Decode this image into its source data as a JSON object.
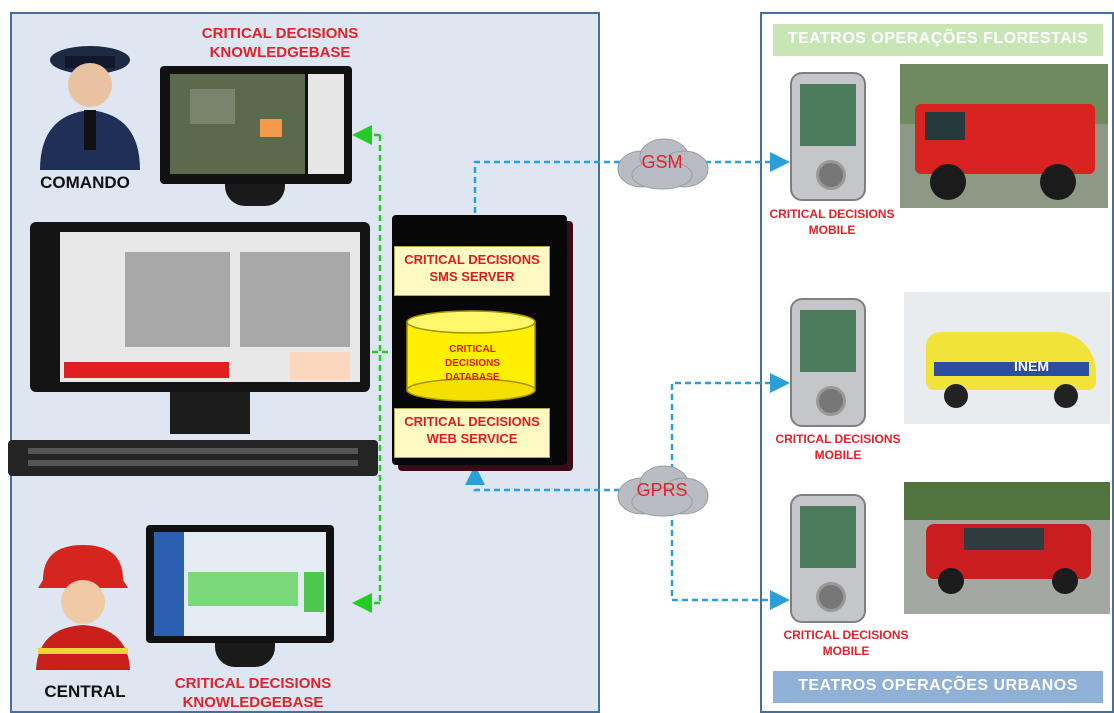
{
  "left_panel": {
    "kb_top_label": "CRITICAL DECISIONS KNOWLEDGEBASE",
    "kb_bottom_label": "CRITICAL DECISIONS KNOWLEDGEBASE",
    "comando_label": "COMANDO",
    "central_label": "CENTRAL"
  },
  "server": {
    "sms_label": "CRITICAL DECISIONS SMS SERVER",
    "db_label": "CRITICAL DECISIONS DATABASE",
    "web_label": "CRITICAL DECISIONS WEB SERVICE"
  },
  "network": {
    "gsm_label": "GSM",
    "gprs_label": "GPRS"
  },
  "right_panel": {
    "top_band": "TEATROS OPERAÇÕES FLORESTAIS",
    "bottom_band": "TEATROS OPERAÇÕES URBANOS",
    "mobile_labels": [
      "CRITICAL DECISIONS MOBILE",
      "CRITICAL DECISIONS MOBILE",
      "CRITICAL DECISIONS MOBILE"
    ],
    "ambulance_text": "INEM"
  },
  "colors": {
    "panel_fill": "#dde6f1",
    "panel_border": "#4a6f95",
    "label_red": "#e0232a",
    "green_dash": "#22cc22",
    "blue_dash": "#2a9fd8",
    "band_green": "#c8e6b5",
    "band_blue": "#8fb0d7"
  },
  "icons": [
    "police-officer-icon",
    "firefighter-icon",
    "monitor-icon",
    "server-tower-icon",
    "database-cylinder-icon",
    "cloud-icon",
    "smartphone-icon",
    "fire-truck-icon",
    "ambulance-icon",
    "suv-icon"
  ]
}
